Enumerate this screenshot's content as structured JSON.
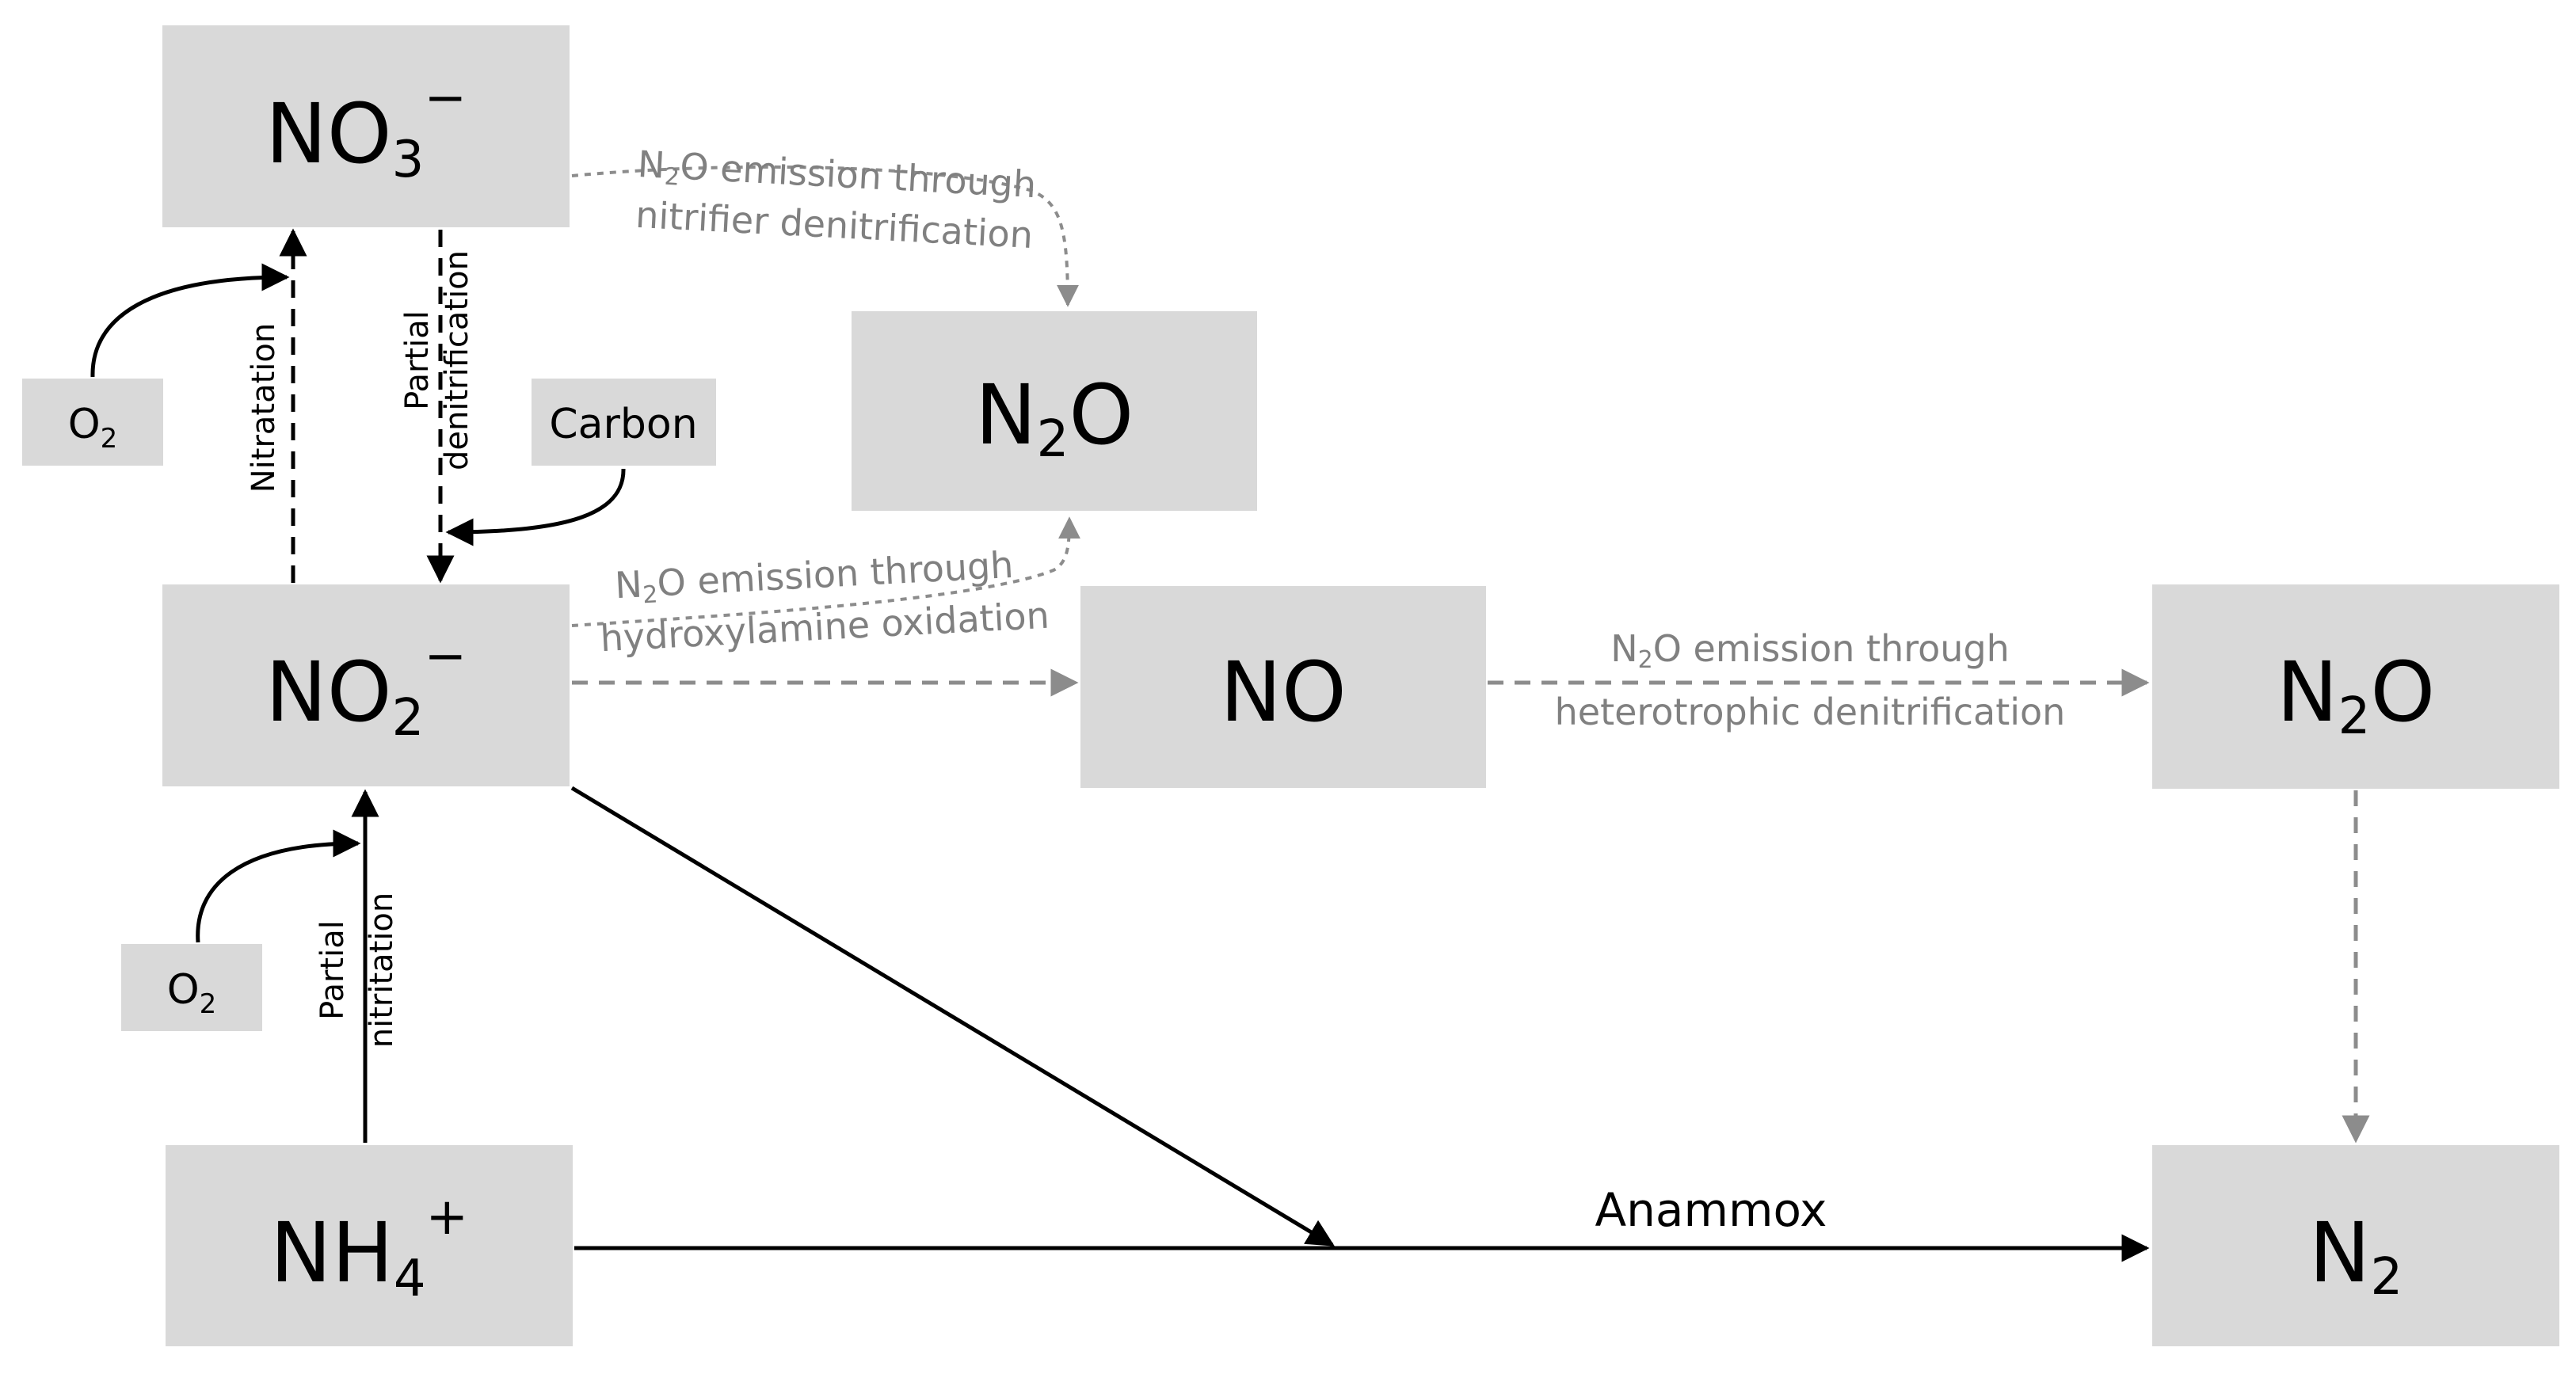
{
  "nodes": {
    "no3": {
      "main": "NO",
      "sub": "3",
      "sup": "−"
    },
    "n2o_top": {
      "a": "N",
      "sub": "2",
      "b": "O"
    },
    "o2_upper": {
      "a": "O",
      "sub": "2"
    },
    "carbon": {
      "text": "Carbon"
    },
    "no2": {
      "main": "NO",
      "sub": "2",
      "sup": "−"
    },
    "no": {
      "text": "NO"
    },
    "n2o_right": {
      "a": "N",
      "sub": "2",
      "b": "O"
    },
    "o2_lower": {
      "a": "O",
      "sub": "2"
    },
    "nh4": {
      "main": "NH",
      "sub": "4",
      "sup": "+"
    },
    "n2": {
      "a": "N",
      "sub": "2"
    }
  },
  "labels": {
    "nitratation": "Nitratation",
    "partial_denitrification_1": "Partial",
    "partial_denitrification_2": "denitrification",
    "partial_nitritation_1": "Partial",
    "partial_nitritation_2": "nitritation",
    "nitrifier_l1_a": "N",
    "nitrifier_l1_sub": "2",
    "nitrifier_l1_b": "O emission through",
    "nitrifier_l2": "nitrifier denitrification",
    "hydroxylamine_l1_a": "N",
    "hydroxylamine_l1_sub": "2",
    "hydroxylamine_l1_b": "O emission through",
    "hydroxylamine_l2": "hydroxylamine oxidation",
    "heterotrophic_l1_a": "N",
    "heterotrophic_l1_sub": "2",
    "heterotrophic_l1_b": "O emission through",
    "heterotrophic_l2": "heterotrophic denitrification",
    "anammox": "Anammox"
  },
  "colors": {
    "box_fill": "#d9d9d9",
    "solid_arrow": "#000000",
    "dashed_arrow": "#000000",
    "grey_arrow": "#8c8c8c",
    "grey_text": "#808080"
  }
}
